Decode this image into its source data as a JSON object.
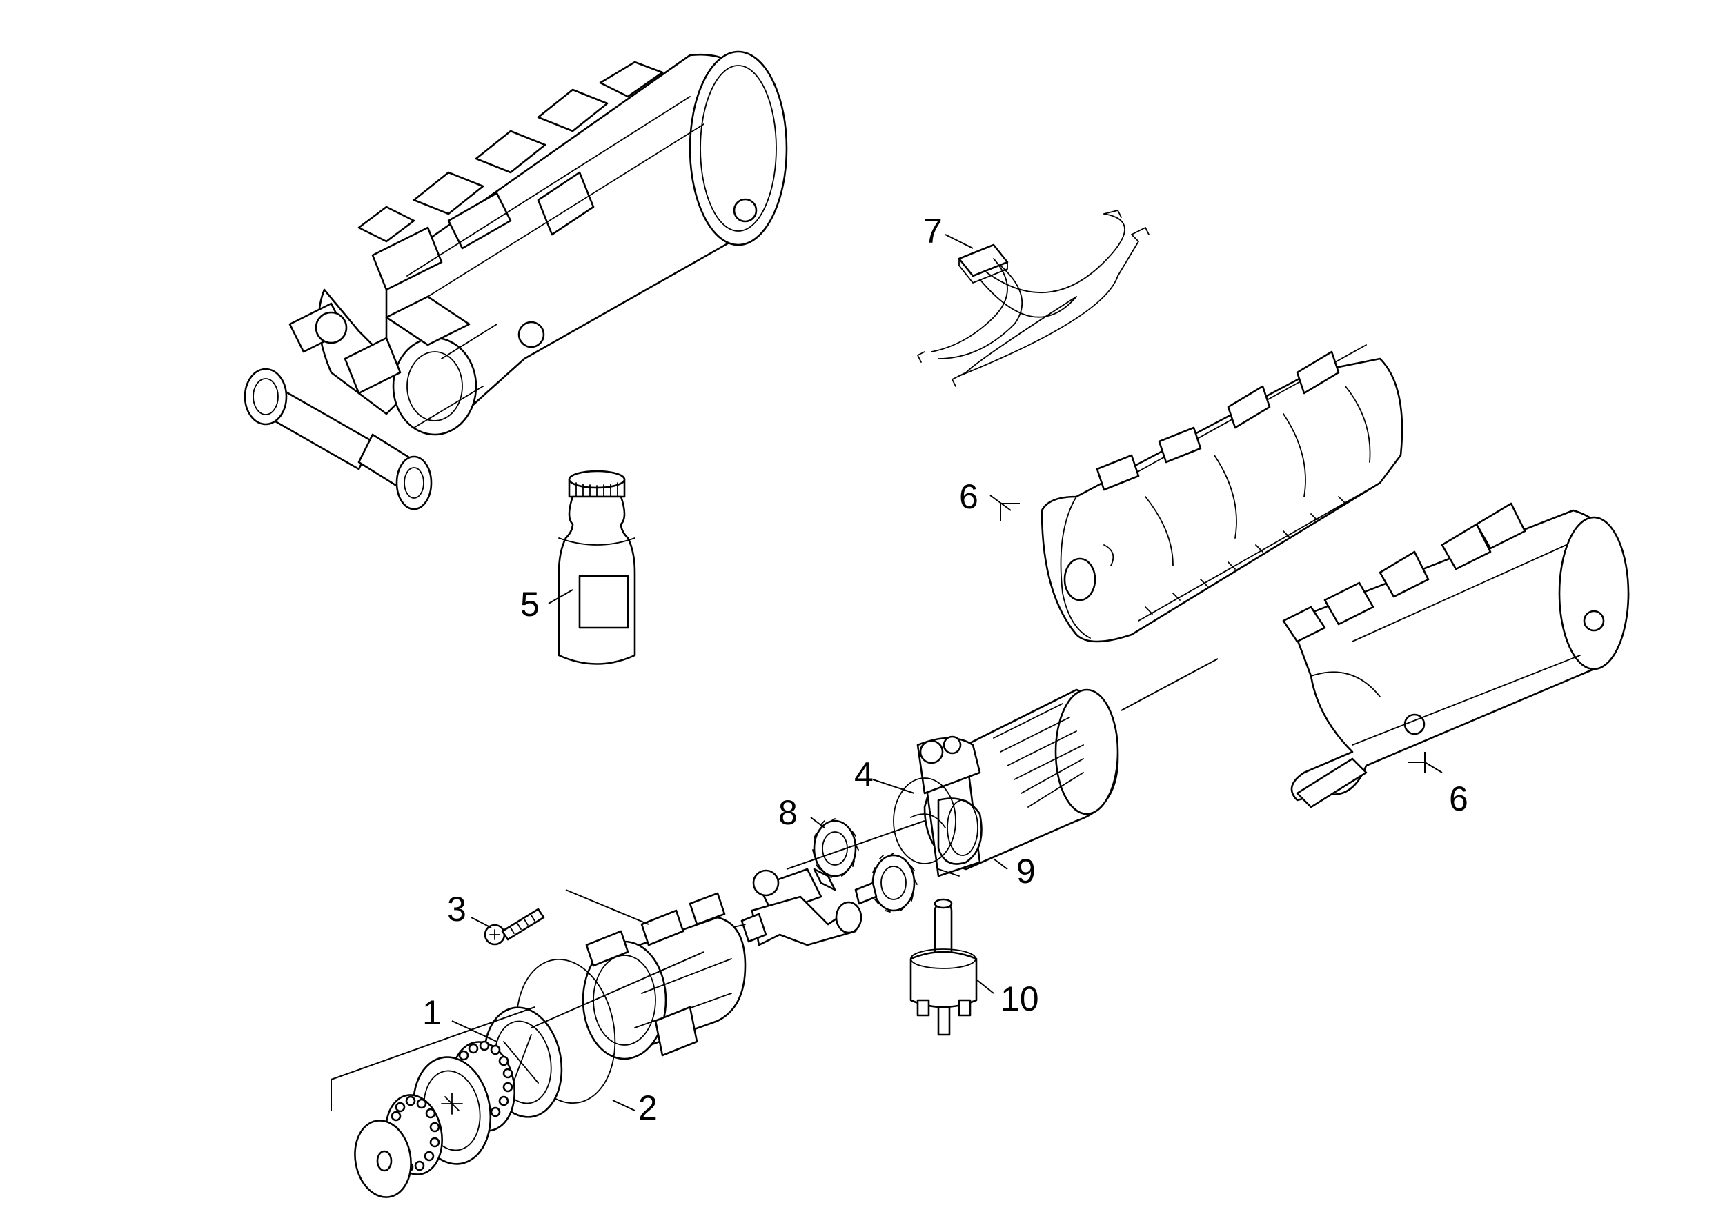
{
  "callouts": {
    "c1": "1",
    "c2": "2",
    "c3": "3",
    "c4": "4",
    "c5": "5",
    "c6a": "6",
    "c6b": "6",
    "c7": "7",
    "c8": "8",
    "c9": "9",
    "c10": "10"
  }
}
